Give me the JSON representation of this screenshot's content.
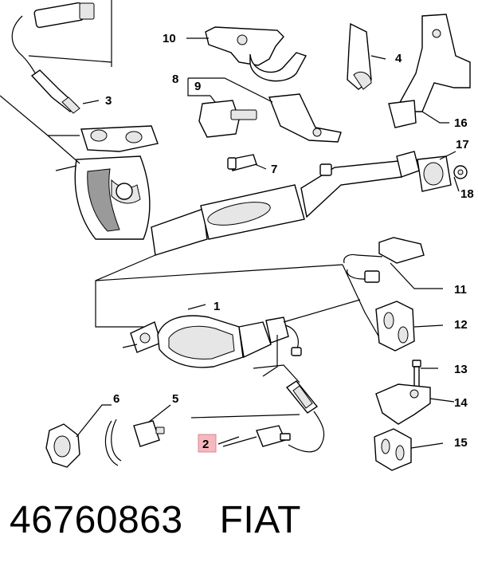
{
  "callouts": {
    "c1": "1",
    "c2": "2",
    "c3": "3",
    "c4": "4",
    "c5": "5",
    "c6": "6",
    "c7": "7",
    "c8": "8",
    "c9": "9",
    "c10": "10",
    "c11": "11",
    "c12": "12",
    "c13": "13",
    "c14": "14",
    "c15": "15",
    "c16": "16",
    "c17": "17",
    "c18": "18"
  },
  "highlight_color": "#f5b8bf",
  "footer": {
    "part_number": "46760863",
    "brand": "FIAT"
  }
}
